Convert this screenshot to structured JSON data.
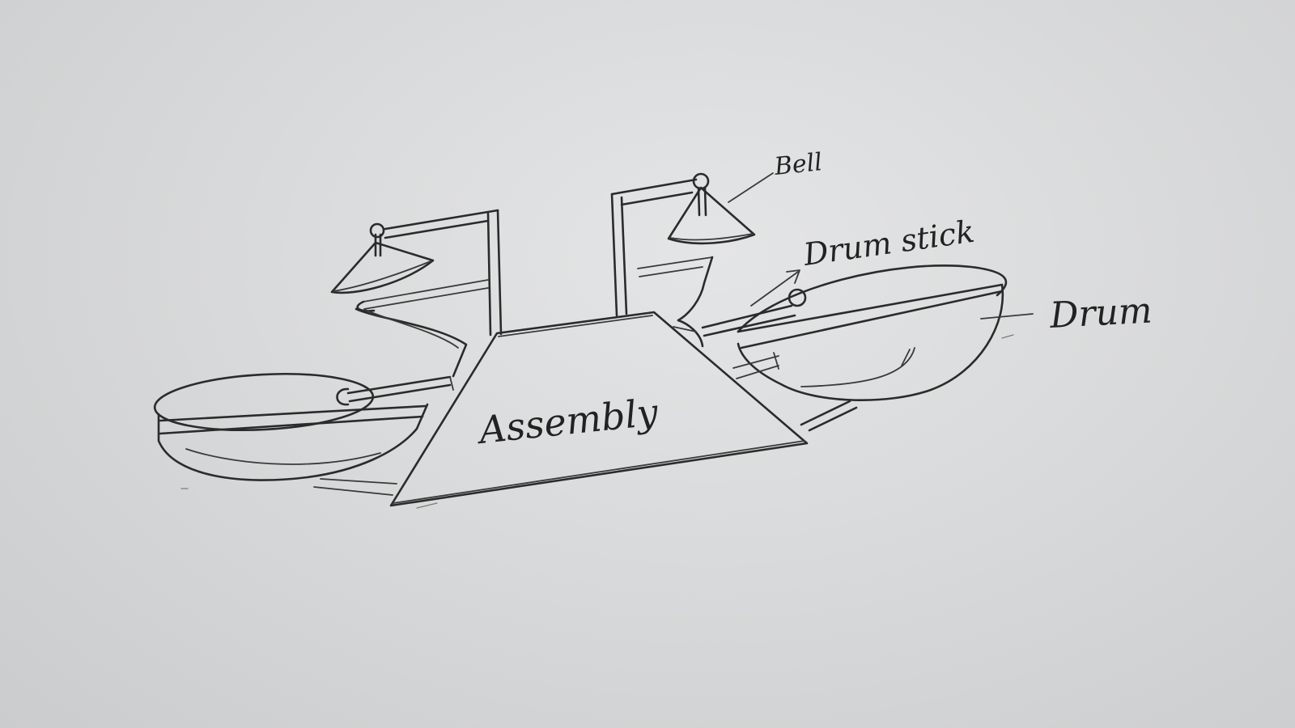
{
  "labels": {
    "bell": "Bell",
    "drum_stick": "Drum stick",
    "drum": "Drum",
    "assembly": "Assembly"
  },
  "colors": {
    "pencil": "#2b2b2b",
    "paper": "#dadbdc"
  }
}
